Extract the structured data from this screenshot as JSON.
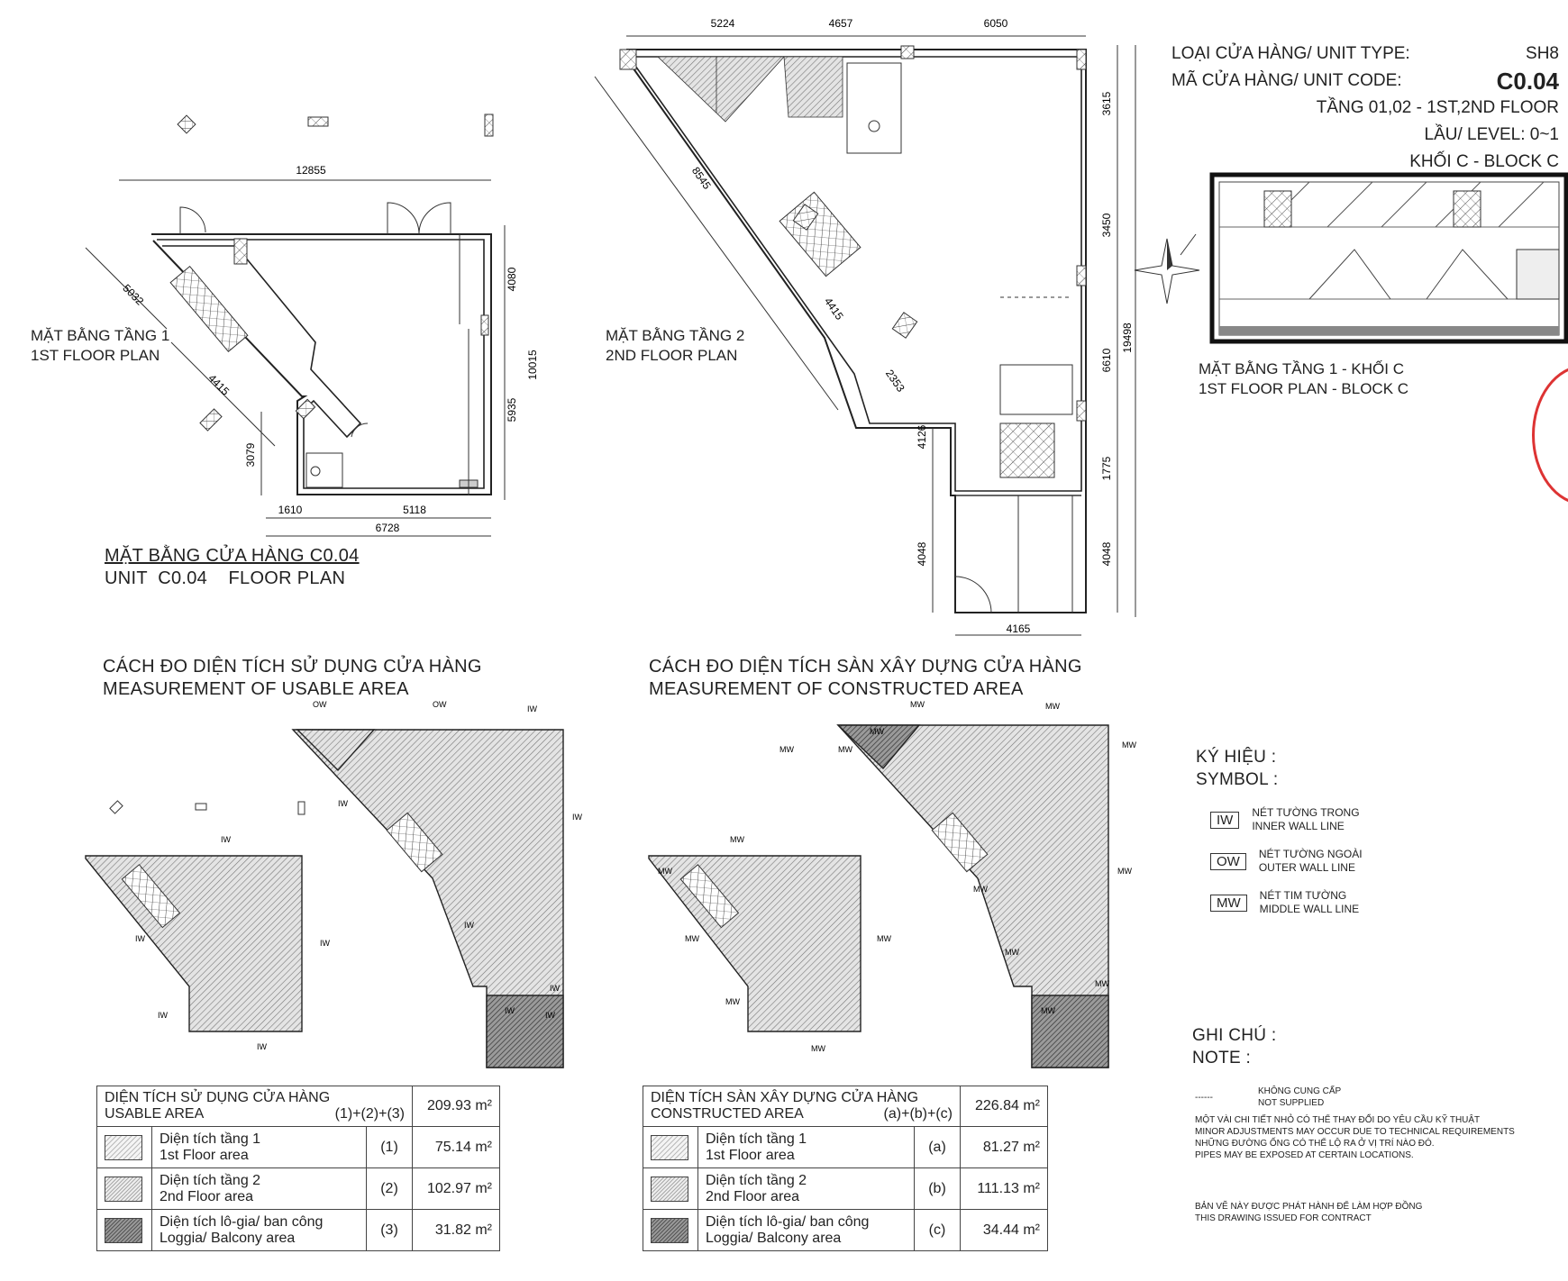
{
  "header": {
    "unit_type_label": "LOẠI CỬA HÀNG/ UNIT TYPE:",
    "unit_type_value": "SH8",
    "unit_code_label": "MÃ CỬA HÀNG/ UNIT CODE:",
    "unit_code_value": "C0.04",
    "floor": "TẦNG 01,02 - 1ST,2ND FLOOR",
    "level": "LẦU/ LEVEL: 0~1",
    "block": "KHỐI C - BLOCK C"
  },
  "key_plan": {
    "title_vi": "MẶT BẰNG TẦNG 1 - KHỐI C",
    "title_en": "1ST FLOOR PLAN - BLOCK C"
  },
  "plan1": {
    "title_vi": "MẶT BẰNG TẦNG 1",
    "title_en": "1ST FLOOR PLAN",
    "dims": [
      "12855",
      "5032",
      "4415",
      "3079",
      "4080",
      "10015",
      "5935",
      "1610",
      "5118",
      "6728"
    ]
  },
  "plan2": {
    "title_vi": "MẶT BẰNG TẦNG 2",
    "title_en": "2ND FLOOR PLAN",
    "dims": [
      "5224",
      "4657",
      "6050",
      "3615",
      "3450",
      "8545",
      "4415",
      "2353",
      "6610",
      "19498",
      "4126",
      "1775",
      "4048",
      "4048",
      "4165"
    ]
  },
  "unit_title": {
    "vi": "MẶT BẰNG CỬA HÀNG C0.04",
    "en": "UNIT  C0.04    FLOOR PLAN"
  },
  "usable": {
    "title_vi": "CÁCH ĐO DIỆN TÍCH SỬ DỤNG CỬA HÀNG",
    "title_en": "MEASUREMENT OF USABLE AREA",
    "tags": [
      "OW",
      "OW",
      "IW",
      "IW",
      "IW",
      "IW",
      "IW",
      "IW",
      "IW",
      "IW",
      "IW",
      "IW",
      "IW",
      "IW"
    ],
    "table": {
      "head_vi": "DIỆN TÍCH SỬ DỤNG CỬA HÀNG",
      "head_en": "USABLE AREA",
      "formula": "(1)+(2)+(3)",
      "total": "209.93 m²",
      "rows": [
        {
          "vi": "Diện tích tầng 1",
          "en": "1st Floor area",
          "ref": "(1)",
          "value": "75.14 m²"
        },
        {
          "vi": "Diện tích tầng 2",
          "en": "2nd Floor area",
          "ref": "(2)",
          "value": "102.97 m²"
        },
        {
          "vi": "Diện tích lô-gia/ ban công",
          "en": "Loggia/ Balcony area",
          "ref": "(3)",
          "value": "31.82 m²"
        }
      ]
    }
  },
  "constructed": {
    "title_vi": "CÁCH ĐO DIỆN TÍCH SÀN XÂY DỰNG CỬA HÀNG",
    "title_en": "MEASUREMENT OF CONSTRUCTED AREA",
    "tags": [
      "MW",
      "MW",
      "MW",
      "MW",
      "MW",
      "MW",
      "MW",
      "MW",
      "MW",
      "MW",
      "MW",
      "MW",
      "MW",
      "MW",
      "MW",
      "MW",
      "MW"
    ],
    "table": {
      "head_vi": "DIỆN TÍCH SÀN XÂY DỰNG CỬA HÀNG",
      "head_en": "CONSTRUCTED AREA",
      "formula": "(a)+(b)+(c)",
      "total": "226.84 m²",
      "rows": [
        {
          "vi": "Diện tích tầng 1",
          "en": "1st Floor area",
          "ref": "(a)",
          "value": "81.27 m²"
        },
        {
          "vi": "Diện tích tầng 2",
          "en": "2nd Floor area",
          "ref": "(b)",
          "value": "111.13 m²"
        },
        {
          "vi": "Diện tích lô-gia/ ban công",
          "en": "Loggia/ Balcony area",
          "ref": "(c)",
          "value": "34.44 m²"
        }
      ]
    }
  },
  "symbol": {
    "title_vi": "KÝ HIỆU :",
    "title_en": "SYMBOL :",
    "items": [
      {
        "code": "IW",
        "vi": "NÉT TƯỜNG TRONG",
        "en": "INNER WALL LINE"
      },
      {
        "code": "OW",
        "vi": "NÉT TƯỜNG NGOÀI",
        "en": "OUTER WALL LINE"
      },
      {
        "code": "MW",
        "vi": "NÉT TIM TƯỜNG",
        "en": "MIDDLE WALL LINE"
      }
    ]
  },
  "note": {
    "title_vi": "GHI CHÚ :",
    "title_en": "NOTE :",
    "legend_line": "------",
    "not_supplied_vi": "KHÔNG CUNG CẤP",
    "not_supplied_en": "NOT SUPPLIED",
    "lines": [
      "MỘT VÀI CHI TIẾT NHỎ CÓ THỂ THAY ĐỔI DO YÊU CẦU KỸ THUẬT",
      "MINOR ADJUSTMENTS MAY OCCUR DUE TO TECHNICAL REQUIREMENTS",
      "NHỮNG ĐƯỜNG ỐNG CÓ THỂ LỘ RA Ở VỊ TRÍ NÀO ĐÓ.",
      "PIPES MAY BE EXPOSED AT CERTAIN LOCATIONS."
    ],
    "issued_vi": "BẢN VẼ NÀY ĐƯỢC PHÁT HÀNH ĐỂ LÀM HỢP ĐỒNG",
    "issued_en": "THIS DRAWING ISSUED FOR CONTRACT"
  }
}
